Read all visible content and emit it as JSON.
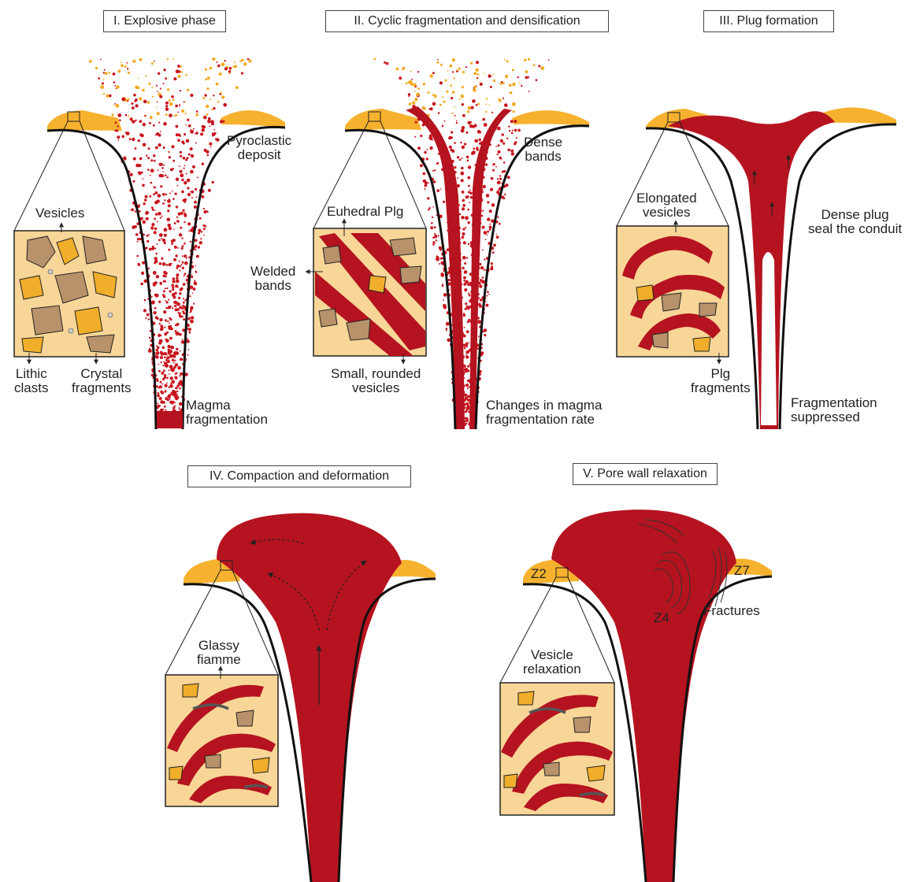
{
  "colors": {
    "magma_red": "#b5131f",
    "deposit_orange": "#f6b22e",
    "inset_background": "#f8d698",
    "crystal_yellow": "#f0ae2a",
    "lithic_brown": "#b8926a",
    "outline": "#222222"
  },
  "titles": {
    "t1": "I. Explosive phase",
    "t2": "II. Cyclic fragmentation and densification",
    "t3": "III. Plug formation",
    "t4": "IV. Compaction and deformation",
    "t5": "V. Pore wall relaxation"
  },
  "labels": {
    "vesicles": "Vesicles",
    "pyroclastic_deposit": "Pyroclastic\ndeposit",
    "lithic_clasts": "Lithic\nclasts",
    "crystal_fragments": "Crystal\nfragments",
    "magma_fragmentation": "Magma\nfragmentation",
    "dense_bands": "Dense\nbands",
    "euhedral_plg": "Euhedral Plg",
    "welded_bands": "Welded\nbands",
    "small_rounded_vesicles": "Small, rounded\nvesicles",
    "changes_fragmentation_rate": "Changes in magma\nfragmentation rate",
    "elongated_vesicles": "Elongated\nvesicles",
    "dense_plug": "Dense plug\nseal the conduit",
    "plg_fragments": "Plg\nfragments",
    "fragmentation_suppressed": "Fragmentation\nsuppressed",
    "glassy_fiamme": "Glassy\nfiamme",
    "vesicle_relaxation": "Vesicle\nrelaxation",
    "fractures": "Fractures",
    "z2": "Z2",
    "z4": "Z4",
    "z7": "Z7"
  }
}
